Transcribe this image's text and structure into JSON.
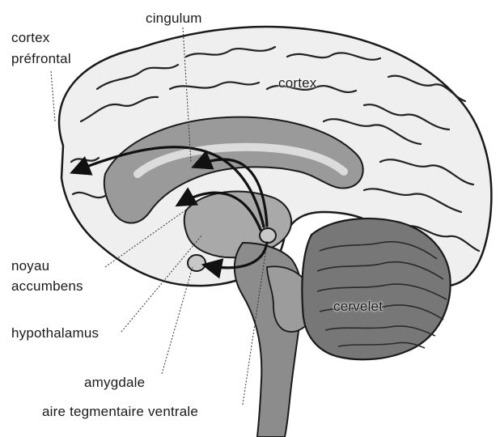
{
  "labels": {
    "cingulum": "cingulum",
    "cortex_prefrontal_line1": "cortex",
    "cortex_prefrontal_line2": "préfrontal",
    "cortex": "cortex",
    "noyau_line1": "noyau",
    "noyau_line2": "accumbens",
    "hypothalamus": "hypothalamus",
    "amygdale": "amygdale",
    "aire_tegmentaire": "aire tegmentaire ventrale",
    "cervelet": "cervelet"
  },
  "colors": {
    "outline": "#1a1a1a",
    "cortex_fill": "#efefef",
    "gyri_fill": "#dcdcdc",
    "limbic_fill": "#9a9a9a",
    "brainstem_fill": "#8c8c8c",
    "cerebellum_fill": "#777777",
    "arrow": "#111111"
  }
}
